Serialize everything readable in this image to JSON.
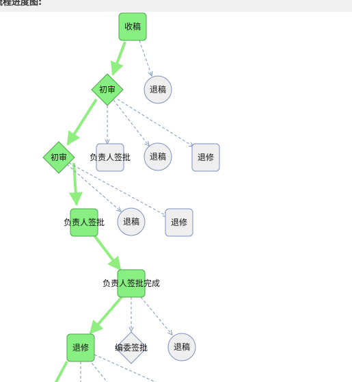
{
  "header": {
    "title": "流程进度图:"
  },
  "colors": {
    "active_fill": "#88f082",
    "active_stroke": "#4da34a",
    "active_edge": "#90ee80",
    "pending_fill": "#efefef",
    "pending_stroke": "#7f8fc0",
    "pending_edge": "#7a94c0"
  },
  "nodes": [
    {
      "id": "n1",
      "label": "收稿",
      "shape": "rounded-rect",
      "status": "active"
    },
    {
      "id": "n2",
      "label": "退稿",
      "shape": "circle",
      "status": "pending"
    },
    {
      "id": "n3",
      "label": "初审",
      "shape": "diamond",
      "status": "active"
    },
    {
      "id": "n4",
      "label": "初审",
      "shape": "diamond",
      "status": "active"
    },
    {
      "id": "n5",
      "label": "负责人签批",
      "shape": "rounded-rect",
      "status": "pending"
    },
    {
      "id": "n6",
      "label": "退稿",
      "shape": "circle",
      "status": "pending"
    },
    {
      "id": "n7",
      "label": "退修",
      "shape": "rounded-rect",
      "status": "pending"
    },
    {
      "id": "n8",
      "label": "负责人签批",
      "shape": "rounded-rect",
      "status": "active"
    },
    {
      "id": "n9",
      "label": "退稿",
      "shape": "circle",
      "status": "pending"
    },
    {
      "id": "n10",
      "label": "退修",
      "shape": "rounded-rect",
      "status": "pending"
    },
    {
      "id": "n11",
      "label": "负责人签批完成",
      "shape": "rounded-rect",
      "status": "active"
    },
    {
      "id": "n12",
      "label": "退修",
      "shape": "rounded-rect",
      "status": "active"
    },
    {
      "id": "n13",
      "label": "编委签批",
      "shape": "diamond",
      "status": "pending"
    },
    {
      "id": "n14",
      "label": "退稿",
      "shape": "circle",
      "status": "pending"
    }
  ],
  "edges": [
    {
      "from": "n1",
      "to": "n3",
      "status": "active"
    },
    {
      "from": "n1",
      "to": "n2",
      "status": "pending"
    },
    {
      "from": "n3",
      "to": "n4",
      "status": "active"
    },
    {
      "from": "n3",
      "to": "n5",
      "status": "pending"
    },
    {
      "from": "n3",
      "to": "n6",
      "status": "pending"
    },
    {
      "from": "n3",
      "to": "n7",
      "status": "pending"
    },
    {
      "from": "n4",
      "to": "n8",
      "status": "active"
    },
    {
      "from": "n4",
      "to": "n9",
      "status": "pending"
    },
    {
      "from": "n4",
      "to": "n10",
      "status": "pending"
    },
    {
      "from": "n8",
      "to": "n11",
      "status": "active"
    },
    {
      "from": "n11",
      "to": "n12",
      "status": "active"
    },
    {
      "from": "n11",
      "to": "n13",
      "status": "pending"
    },
    {
      "from": "n11",
      "to": "n14",
      "status": "pending"
    },
    {
      "from": "n12",
      "to": "off-1",
      "status": "active"
    },
    {
      "from": "n12",
      "to": "off-2",
      "status": "pending"
    },
    {
      "from": "n12",
      "to": "off-3",
      "status": "pending"
    },
    {
      "from": "n12",
      "to": "off-4",
      "status": "pending"
    }
  ]
}
